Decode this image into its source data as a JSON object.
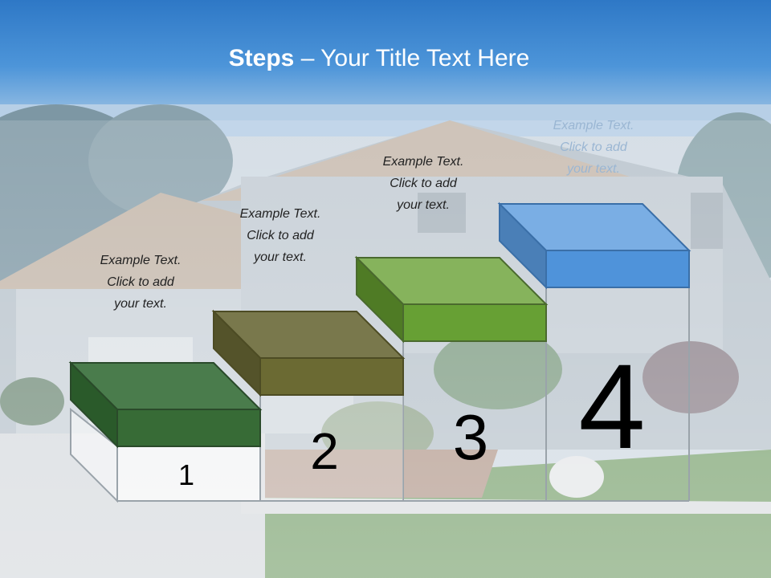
{
  "title": {
    "bold": "Steps",
    "rest": " – Your Title Text Here"
  },
  "steps": [
    {
      "number": "1",
      "caption": [
        "Example Text.",
        "Click  to add",
        "your text."
      ]
    },
    {
      "number": "2",
      "caption": [
        "Example Text.",
        "Click  to add",
        "your text."
      ]
    },
    {
      "number": "3",
      "caption": [
        "Example Text.",
        "Click  to add",
        "your text."
      ]
    },
    {
      "number": "4",
      "caption": [
        "Example Text.",
        "Click  to add",
        "your text."
      ]
    }
  ],
  "colors": {
    "header": "#3d85c6",
    "step1": "#2e5e2e",
    "step2": "#6b6a30",
    "step3": "#5f9a2e",
    "step4": "#4a8ed6"
  }
}
